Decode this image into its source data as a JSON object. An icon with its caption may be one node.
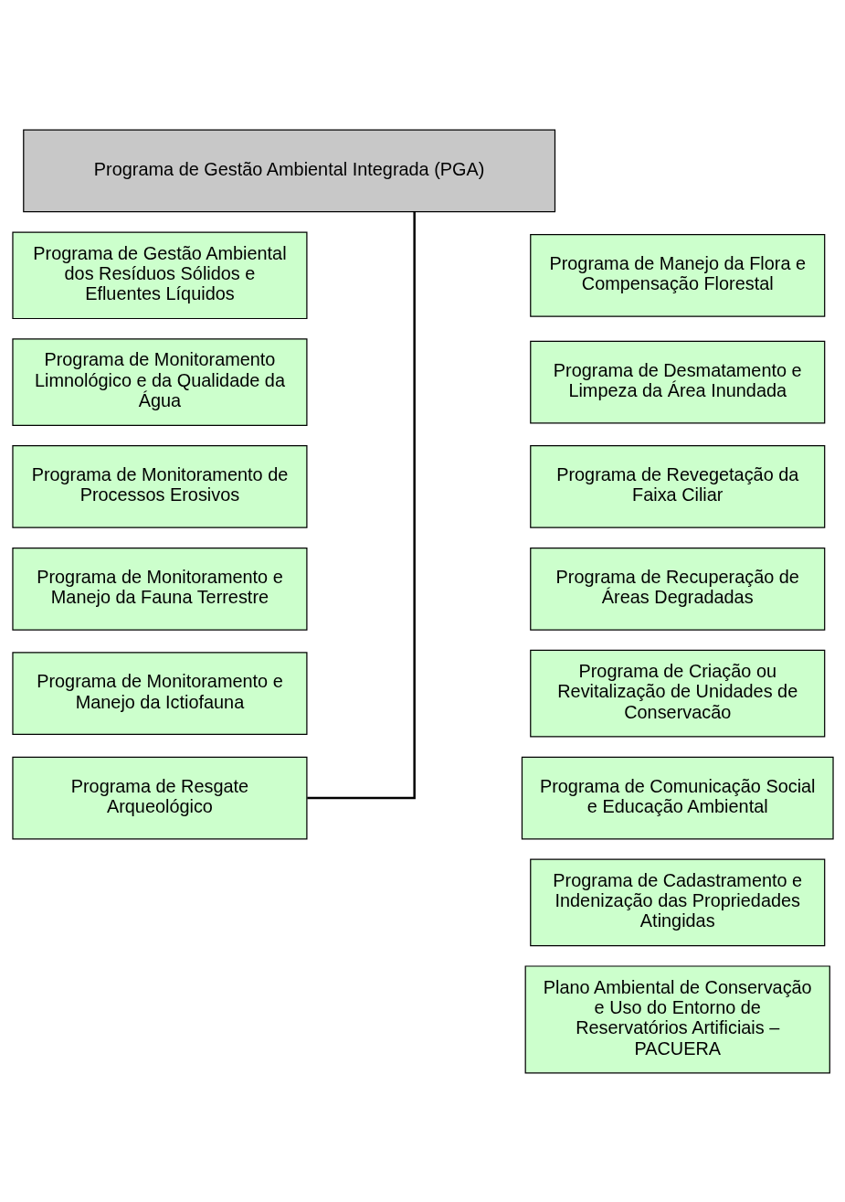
{
  "diagram": {
    "nodes": [
      {
        "text": [
          "Programa de Gestão Ambiental Integrada (PGA)"
        ]
      },
      {
        "text": [
          "Programa de Gestão Ambiental dos Resíduos Sólidos e Efluentes Líquidos"
        ]
      },
      {
        "text": [
          "Programa de Monitoramento Limnológico e da Qualidade da Água"
        ]
      },
      {
        "text": [
          "Programa de Monitoramento de Processos Erosivos"
        ]
      },
      {
        "text": [
          "Programa de Monitoramento e Manejo da Fauna Terrestre"
        ]
      },
      {
        "text": [
          "Programa de Monitoramento e Manejo da Ictiofauna"
        ]
      },
      {
        "text": [
          "Programa de Resgate Arqueológico"
        ]
      },
      {
        "text": [
          "Programa de Manejo da Flora e Compensação Florestal"
        ]
      },
      {
        "text": [
          "Programa de Desmatamento e Limpeza da Área Inundada"
        ]
      },
      {
        "text": [
          "Programa de Revegetação da Faixa Ciliar"
        ]
      },
      {
        "text": [
          "Programa de Recuperação de Áreas Degradadas"
        ]
      },
      {
        "text": [
          "Programa de Criação ou Revitalização de Unidades de Conservacão"
        ]
      },
      {
        "text": [
          "Programa de Comunicação Social e Educação Ambiental"
        ]
      },
      {
        "text": [
          "Programa de Cadastramento e Indenização das Propriedades Atingidas"
        ]
      },
      {
        "text": [
          "Plano Ambiental de Conservação e Uso do Entorno de Reservatórios Artificiais – PACUERA"
        ]
      }
    ],
    "edges": [
      {
        "from": 0,
        "to": 6,
        "arrow": "none"
      }
    ]
  }
}
